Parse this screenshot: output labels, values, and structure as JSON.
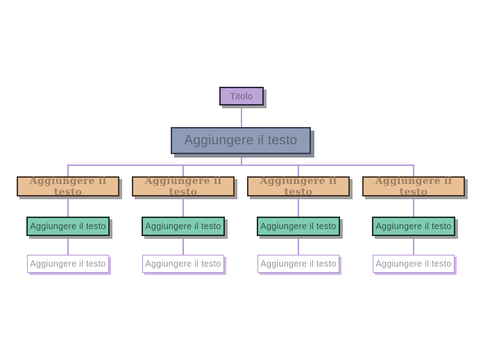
{
  "diagram": {
    "type": "org-chart-template",
    "title_node": {
      "label": "Titolo"
    },
    "root_node": {
      "label": "Aggiungere il testo"
    },
    "branches": [
      {
        "level1": {
          "label": "Aggiungere il testo"
        },
        "level2": {
          "label": "Aggiungere il testo"
        },
        "level3": {
          "label": "Aggiungere il testo"
        }
      },
      {
        "level1": {
          "label": "Aggiungere il testo"
        },
        "level2": {
          "label": "Aggiungere il testo"
        },
        "level3": {
          "label": "Aggiungere il testo"
        }
      },
      {
        "level1": {
          "label": "Aggiungere il testo"
        },
        "level2": {
          "label": "Aggiungere il testo"
        },
        "level3": {
          "label": "Aggiungere il testo"
        }
      },
      {
        "level1": {
          "label": "Aggiungere il testo"
        },
        "level2": {
          "label": "Aggiungere il testo"
        },
        "level3": {
          "label": "Aggiungere il testo"
        }
      }
    ],
    "colors": {
      "background": "#ffffff",
      "connector": "#b59ad6",
      "title_fill": "#bda4d9",
      "title_border": "#2b2440",
      "title_text": "#6d6678",
      "root_fill": "#8e9cb6",
      "root_border": "#343d51",
      "root_text": "#5b6476",
      "level1_fill": "#e9c095",
      "level1_border": "#423528",
      "level1_text": "#9c7f63",
      "level2_fill": "#80ccb3",
      "level2_border": "#16302a",
      "level2_text": "#2e5349",
      "level3_fill": "#ffffff",
      "level3_border": "#b28fd4",
      "level3_text": "#979797",
      "shadow": "#9f9f9f"
    }
  }
}
